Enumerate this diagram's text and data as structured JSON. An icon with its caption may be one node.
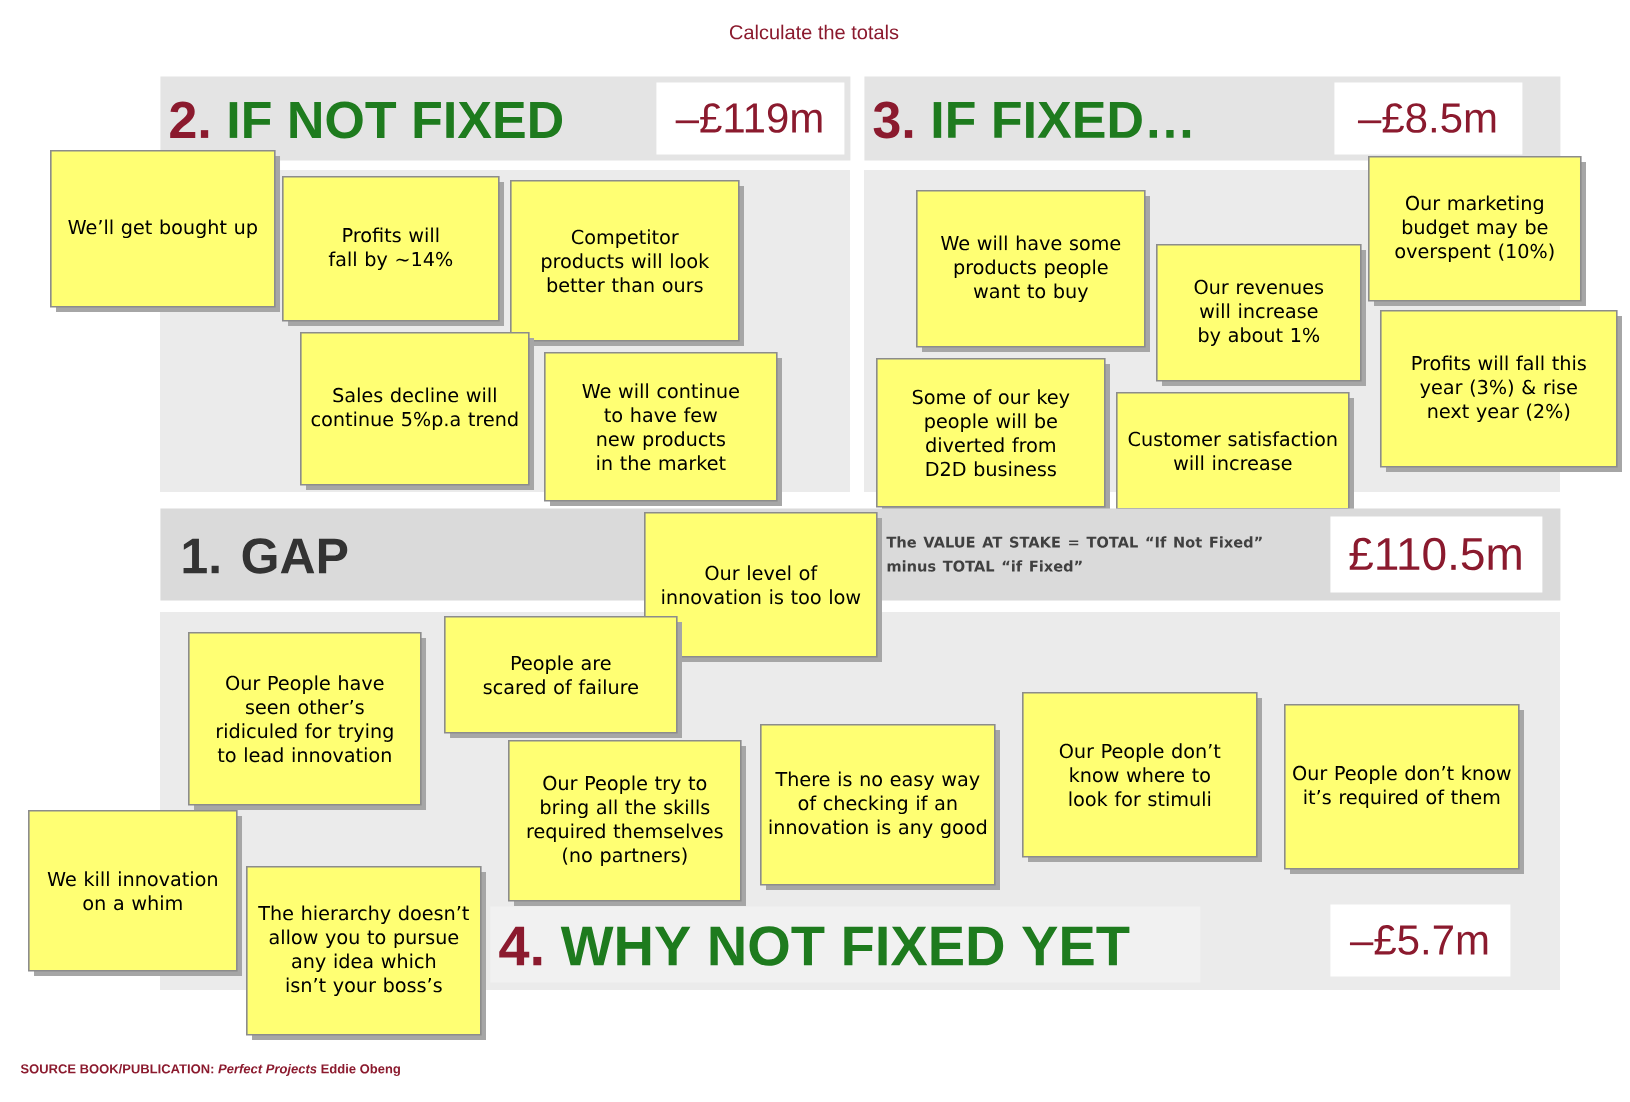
{
  "diagram": {
    "title": "Calculate the totals",
    "caption": "SOURCE BOOK/PUBLICATION: *Perfect Projects*  Eddie Obeng",
    "nodes": [
      {
        "text": [
          "2.",
          "IF NOT FIXED"
        ]
      },
      {
        "text": [
          "–£119m"
        ],
        "in": 0
      },
      {
        "text": [
          "3.",
          "IF FIXED…"
        ]
      },
      {
        "text": [
          "–£8.5m"
        ],
        "in": 2
      },
      {
        "text": [
          "We’ll get bought up"
        ]
      },
      {
        "text": [
          "Profits will fall by ~14%"
        ]
      },
      {
        "text": [
          "Competitor products will look better than ours"
        ]
      },
      {
        "text": [
          "Sales decline will continue 5%p.a trend"
        ]
      },
      {
        "text": [
          "We will continue to have few new products in the market"
        ]
      },
      {
        "text": [
          "We will have some products people want to buy"
        ]
      },
      {
        "text": [
          "Our marketing budget may be overspent (10%)"
        ]
      },
      {
        "text": [
          "Our revenues will increase by about 1%"
        ]
      },
      {
        "text": [
          "Profits will fall this year (3%) & rise next year (2%)"
        ]
      },
      {
        "text": [
          "Some of our key people will be diverted from D2D business"
        ]
      },
      {
        "text": [
          "Customer satisfaction will increase"
        ]
      },
      {
        "text": [
          "1. GAP",
          "The VALUE AT STAKE = TOTAL “If Not Fixed” minus TOTAL “if Fixed”"
        ]
      },
      {
        "text": [
          "£110.5m"
        ],
        "in": 15
      },
      {
        "text": [
          "Our level of innovation is too low"
        ]
      },
      {
        "text": [
          "Our People have seen other’s ridiculed for trying to lead innovation"
        ]
      },
      {
        "text": [
          "People are scared of failure"
        ]
      },
      {
        "text": [
          "Our People try to bring all the skills required themselves (no partners)"
        ]
      },
      {
        "text": [
          "There is no easy way of checking if an innovation is any good"
        ]
      },
      {
        "text": [
          "Our People don’t know where to look for stimuli"
        ]
      },
      {
        "text": [
          "Our People don’t know it’s required of them"
        ]
      },
      {
        "text": [
          "We kill innovation on a whim"
        ]
      },
      {
        "text": [
          "The hierarchy doesn’t allow you to pursue any idea which isn’t your boss’s"
        ]
      },
      {
        "text": [
          "4.",
          "WHY NOT FIXED YET"
        ]
      },
      {
        "text": [
          "–£5.7m"
        ]
      }
    ]
  }
}
